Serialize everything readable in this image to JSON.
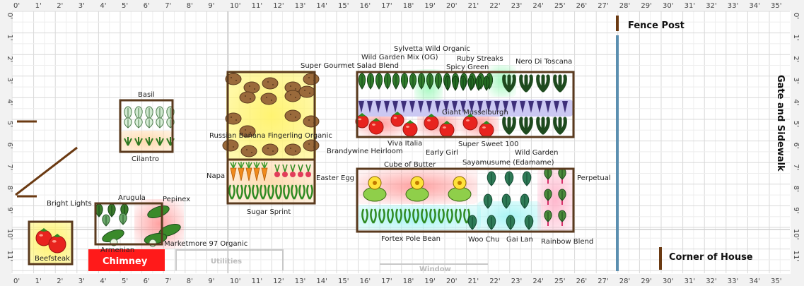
{
  "rulers": {
    "top": [
      "0'",
      "1'",
      "2'",
      "3'",
      "4'",
      "5'",
      "6'",
      "7'",
      "8'",
      "9'",
      "10'",
      "11'",
      "12'",
      "13'",
      "14'",
      "15'",
      "16'",
      "17'",
      "18'",
      "19'",
      "20'",
      "21'",
      "22'",
      "23'",
      "24'",
      "25'",
      "26'",
      "27'",
      "28'",
      "29'",
      "30'",
      "31'",
      "32'",
      "33'",
      "34'",
      "35'"
    ],
    "left": [
      "0'",
      "1'",
      "2'",
      "3'",
      "4'",
      "5'",
      "6'",
      "7'",
      "8'",
      "9'",
      "10'",
      "11'"
    ],
    "right": [
      "0'",
      "1'",
      "2'",
      "3'",
      "4'",
      "5'",
      "6'",
      "7'",
      "8'",
      "9'",
      "10'",
      "11'"
    ]
  },
  "features": {
    "fence_post": "Fence Post",
    "gate": "Gate and Sidewalk",
    "corner": "Corner of House",
    "chimney": "Chimney",
    "utilities": "Utilities",
    "window": "Window"
  },
  "plants": {
    "basil": "Basil",
    "cilantro": "Cilantro",
    "super_gourmet": "Super Gourmet Salad Blend",
    "wild_garden_mix": "Wild Garden Mix (OG)",
    "sylvetta": "Sylvetta Wild Organic",
    "ruby_streaks": "Ruby Streaks",
    "spicy_green": "Spicy Green",
    "nero": "Nero Di Toscana",
    "giant_musselburgh": "Giant Musselburgh",
    "russian_banana": "Russian Banana Fingerling Organic",
    "brandywine": "Brandywine Heirloom",
    "viva_italia": "Viva Italia",
    "early_girl": "Early Girl",
    "super_sweet": "Super Sweet 100",
    "wild_garden": "Wild Garden",
    "napa": "Napa",
    "easter_egg": "Easter Egg",
    "sugar_sprint": "Sugar Sprint",
    "cube_of_butter": "Cube of Butter",
    "sayamusume": "Sayamusume (Edamame)",
    "perpetual": "Perpetual",
    "fortex": "Fortex Pole Bean",
    "woo_chu": "Woo Chu",
    "gai_lan": "Gai Lan",
    "rainbow_blend": "Rainbow Blend",
    "bright_lights": "Bright Lights",
    "arugula": "Arugula",
    "pepinex": "Pepinex",
    "marketmore": "Marketmore 97 Organic",
    "armenian": "Armenian",
    "beefsteak": "Beefsteak"
  },
  "colors": {
    "grid": "#d9d9d9",
    "ruler_bg": "#f2f2f2",
    "bed_border": "#5a3a1e",
    "fence": "#5b8fb0",
    "chimney": "#ff1a1a",
    "post": "#6b3a12"
  }
}
